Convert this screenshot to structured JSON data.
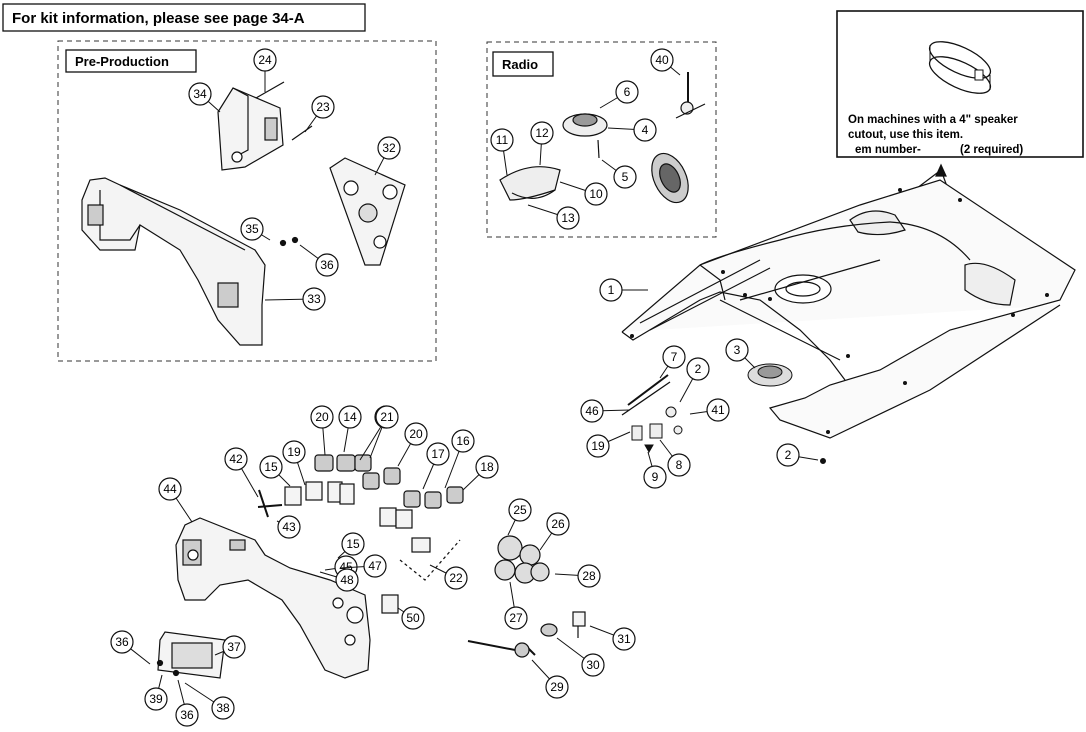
{
  "header": {
    "kit_info": "For kit information, please see page 34-A"
  },
  "sections": {
    "pre_production": "Pre-Production",
    "radio": "Radio"
  },
  "note": {
    "line1": "On machines with a 4\" speaker",
    "line2": "cutout, use this item.",
    "line3_a": "em number-",
    "line3_b": "(2 required)"
  },
  "callouts": [
    "1",
    "2",
    "2",
    "3",
    "4",
    "5",
    "6",
    "7",
    "8",
    "9",
    "10",
    "11",
    "12",
    "13",
    "14",
    "15",
    "15",
    "16",
    "17",
    "18",
    "19",
    "19",
    "20",
    "20",
    "21",
    "21",
    "22",
    "23",
    "24",
    "25",
    "26",
    "27",
    "28",
    "29",
    "30",
    "31",
    "32",
    "33",
    "34",
    "35",
    "36",
    "36",
    "36",
    "37",
    "38",
    "39",
    "40",
    "41",
    "42",
    "43",
    "44",
    "45",
    "46",
    "47",
    "48",
    "50"
  ],
  "colors": {
    "line": "#111111",
    "fill_part": "#f4f4f4",
    "dark": "#333333"
  }
}
